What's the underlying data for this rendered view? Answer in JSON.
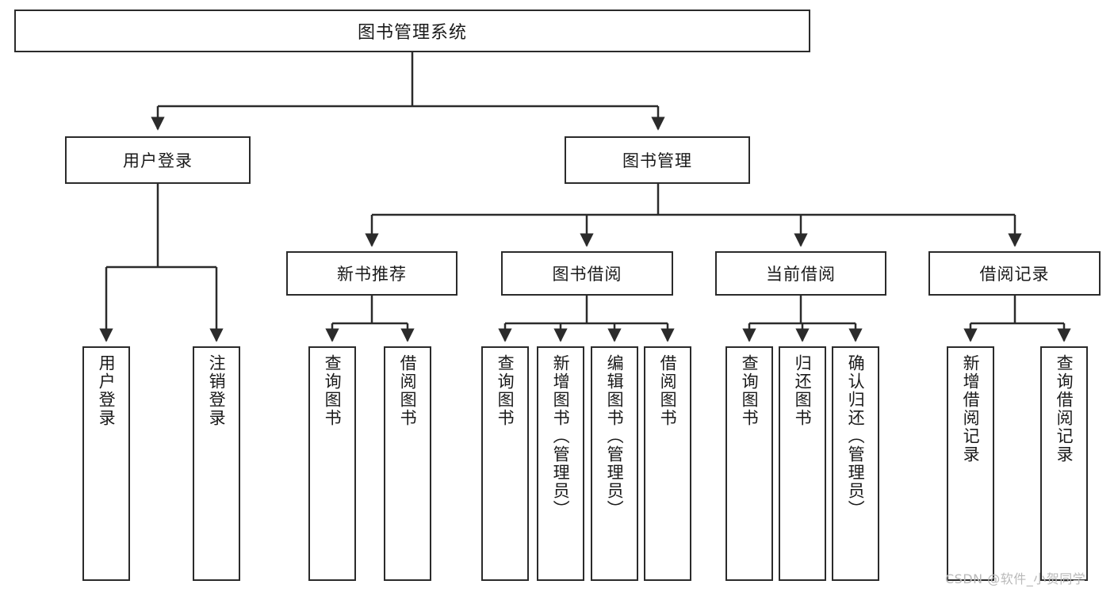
{
  "diagram": {
    "title": "图书管理系统",
    "watermark": "CSDN @软件_小贺同学",
    "colors": {
      "box_border": "#2b2b2b",
      "line": "#2b2b2b",
      "background": "#ffffff",
      "text": "#1a1a1a",
      "watermark": "#b9b9b9"
    },
    "root": {
      "label": "图书管理系统"
    },
    "level2": [
      {
        "label": "用户登录"
      },
      {
        "label": "图书管理"
      }
    ],
    "level3": [
      {
        "label": "新书推荐"
      },
      {
        "label": "图书借阅"
      },
      {
        "label": "当前借阅"
      },
      {
        "label": "借阅记录"
      }
    ],
    "leaves": {
      "user_login": [
        {
          "label": "用户登录"
        },
        {
          "label": "注销登录"
        }
      ],
      "new_book_recommend": [
        {
          "label": "查询图书"
        },
        {
          "label": "借阅图书"
        }
      ],
      "book_borrow": [
        {
          "label": "查询图书"
        },
        {
          "label": "新增图书（管理员）"
        },
        {
          "label": "编辑图书（管理员）"
        },
        {
          "label": "借阅图书"
        }
      ],
      "current_borrow": [
        {
          "label": "查询图书"
        },
        {
          "label": "归还图书"
        },
        {
          "label": "确认归还（管理员）"
        }
      ],
      "borrow_record": [
        {
          "label": "新增借阅记录"
        },
        {
          "label": "查询借阅记录"
        }
      ]
    }
  }
}
